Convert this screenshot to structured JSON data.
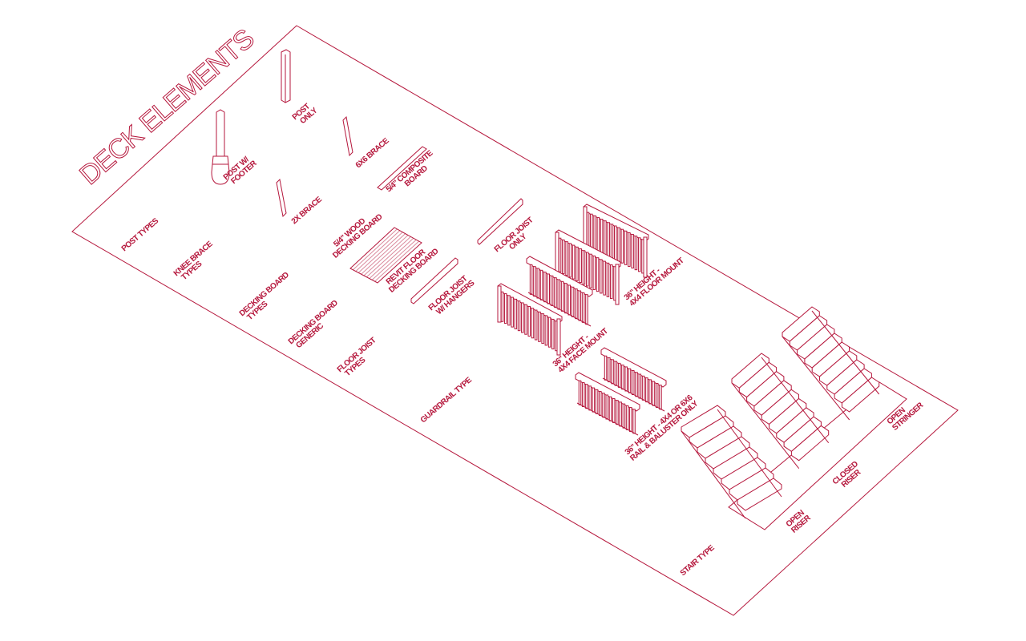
{
  "title": "DECK ELEMENTS",
  "color": "#b5173c",
  "categories": {
    "post_types": "POST TYPES",
    "knee_brace_types": [
      "KNEE BRACE",
      "TYPES"
    ],
    "decking_board_types": [
      "DECKING BOARD",
      "TYPES"
    ],
    "decking_board_generic": [
      "DECKING BOARD",
      "GENERIC"
    ],
    "floor_joist_types": [
      "FLOOR JOIST",
      "TYPES"
    ],
    "guardrail_type": "GUARDRAIL TYPE",
    "stair_type": "STAIR TYPE"
  },
  "elements": {
    "post_only": [
      "POST",
      "ONLY"
    ],
    "post_w_footer": [
      "POST W/",
      "FOOTER"
    ],
    "brace_6x6": "6X6 BRACE",
    "brace_2x": "2X BRACE",
    "composite_board": [
      "5/4\" COMPOSITE",
      "BOARD"
    ],
    "wood_decking_board": [
      "5/4\" WOOD",
      "DECKING BOARD"
    ],
    "revit_floor": [
      "REVIT FLOOR",
      "DECKING BOARD"
    ],
    "floor_joist_hangers": [
      "FLOOR JOIST",
      "W/ HANGERS"
    ],
    "floor_joist_only": [
      "FLOOR JOIST",
      "ONLY"
    ],
    "rail_floor_mount": [
      "36\" HEIGHT -",
      "4X4 FLOOR MOUNT"
    ],
    "rail_face_mount": [
      "36\" HEIGHT -",
      "4X4 FACE MOUNT"
    ],
    "rail_baluster_only": [
      "36\" HEIGHT - 4X4 OR 6X6",
      "RAIL & BALUSTER ONLY"
    ],
    "open_riser": [
      "OPEN",
      "RISER"
    ],
    "closed_riser": [
      "CLOSED",
      "RISER"
    ],
    "open_stringer": [
      "OPEN",
      "STRINGER"
    ]
  }
}
